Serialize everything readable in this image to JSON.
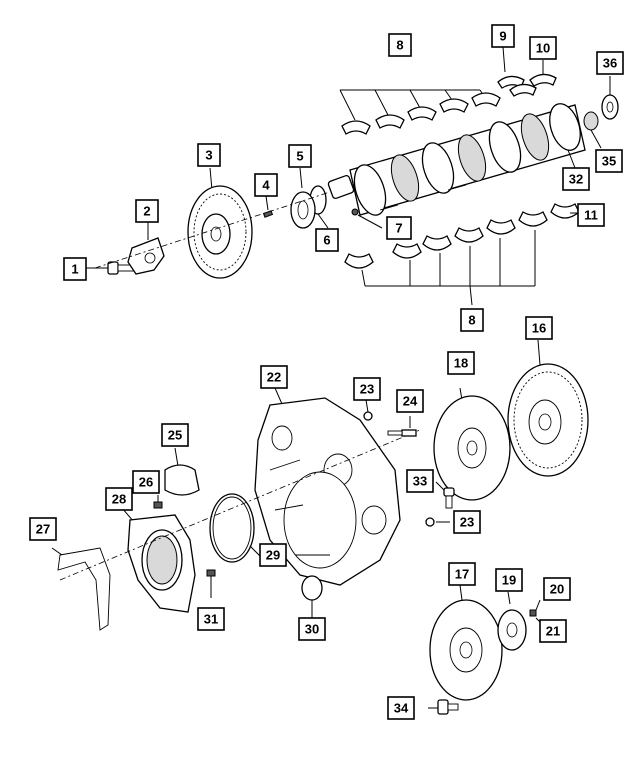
{
  "diagram": {
    "callouts": [
      {
        "id": "c1",
        "label": "1"
      },
      {
        "id": "c2",
        "label": "2"
      },
      {
        "id": "c3",
        "label": "3"
      },
      {
        "id": "c4",
        "label": "4"
      },
      {
        "id": "c5",
        "label": "5"
      },
      {
        "id": "c6",
        "label": "6"
      },
      {
        "id": "c7",
        "label": "7"
      },
      {
        "id": "c8a",
        "label": "8"
      },
      {
        "id": "c8b",
        "label": "8"
      },
      {
        "id": "c9",
        "label": "9"
      },
      {
        "id": "c10",
        "label": "10"
      },
      {
        "id": "c11",
        "label": "11"
      },
      {
        "id": "c16",
        "label": "16"
      },
      {
        "id": "c17",
        "label": "17"
      },
      {
        "id": "c18",
        "label": "18"
      },
      {
        "id": "c19",
        "label": "19"
      },
      {
        "id": "c20",
        "label": "20"
      },
      {
        "id": "c21",
        "label": "21"
      },
      {
        "id": "c22",
        "label": "22"
      },
      {
        "id": "c23a",
        "label": "23"
      },
      {
        "id": "c23b",
        "label": "23"
      },
      {
        "id": "c24",
        "label": "24"
      },
      {
        "id": "c25",
        "label": "25"
      },
      {
        "id": "c26",
        "label": "26"
      },
      {
        "id": "c27",
        "label": "27"
      },
      {
        "id": "c28",
        "label": "28"
      },
      {
        "id": "c29",
        "label": "29"
      },
      {
        "id": "c30",
        "label": "30"
      },
      {
        "id": "c31",
        "label": "31"
      },
      {
        "id": "c32",
        "label": "32"
      },
      {
        "id": "c33",
        "label": "33"
      },
      {
        "id": "c34",
        "label": "34"
      },
      {
        "id": "c35",
        "label": "35"
      },
      {
        "id": "c36",
        "label": "36"
      }
    ]
  }
}
